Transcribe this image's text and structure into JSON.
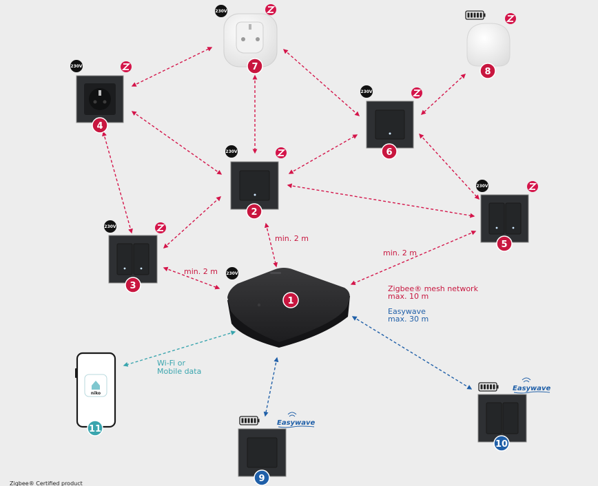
{
  "devices": [
    {
      "id": "1",
      "type": "hub",
      "power_label": "230V"
    },
    {
      "id": "2",
      "type": "single-switch",
      "power_label": "230V",
      "protocol": "zigbee"
    },
    {
      "id": "3",
      "type": "double-switch",
      "power_label": "230V",
      "protocol": "zigbee"
    },
    {
      "id": "4",
      "type": "socket",
      "power_label": "230V",
      "protocol": "zigbee"
    },
    {
      "id": "5",
      "type": "double-switch",
      "power_label": "230V",
      "protocol": "zigbee"
    },
    {
      "id": "6",
      "type": "single-switch",
      "power_label": "230V",
      "protocol": "zigbee"
    },
    {
      "id": "7",
      "type": "smart-plug",
      "power_label": "230V",
      "protocol": "zigbee"
    },
    {
      "id": "8",
      "type": "battery-sensor",
      "power": "battery",
      "protocol": "zigbee"
    },
    {
      "id": "9",
      "type": "single-switch",
      "power": "battery",
      "protocol": "easywave",
      "protocol_label": "Easywave"
    },
    {
      "id": "10",
      "type": "double-switch",
      "power": "battery",
      "protocol": "easywave",
      "protocol_label": "Easywave"
    },
    {
      "id": "11",
      "type": "smartphone",
      "app_label": "niko"
    }
  ],
  "labels": {
    "min_2m_a": "min. 2 m",
    "min_2m_b": "min. 2 m",
    "min_2m_c": "min. 2 m",
    "zigbee_line1": "Zigbee® mesh network",
    "zigbee_line2": "max. 10 m",
    "easywave_line1": "Easywave",
    "easywave_line2": "max. 30 m",
    "wifi_line1": "Wi-Fi or",
    "wifi_line2": "Mobile data"
  },
  "footer": "Zigbee® Certified product",
  "colors": {
    "zigbee": "#d4154a",
    "easywave": "#1f5fa8",
    "wifi": "#3aa5ae",
    "device_dark": "#2d2f32",
    "background": "#ededed"
  },
  "icons": [
    "zigbee-icon",
    "230v-icon",
    "battery-icon",
    "easywave-logo-icon",
    "niko-app-icon"
  ]
}
